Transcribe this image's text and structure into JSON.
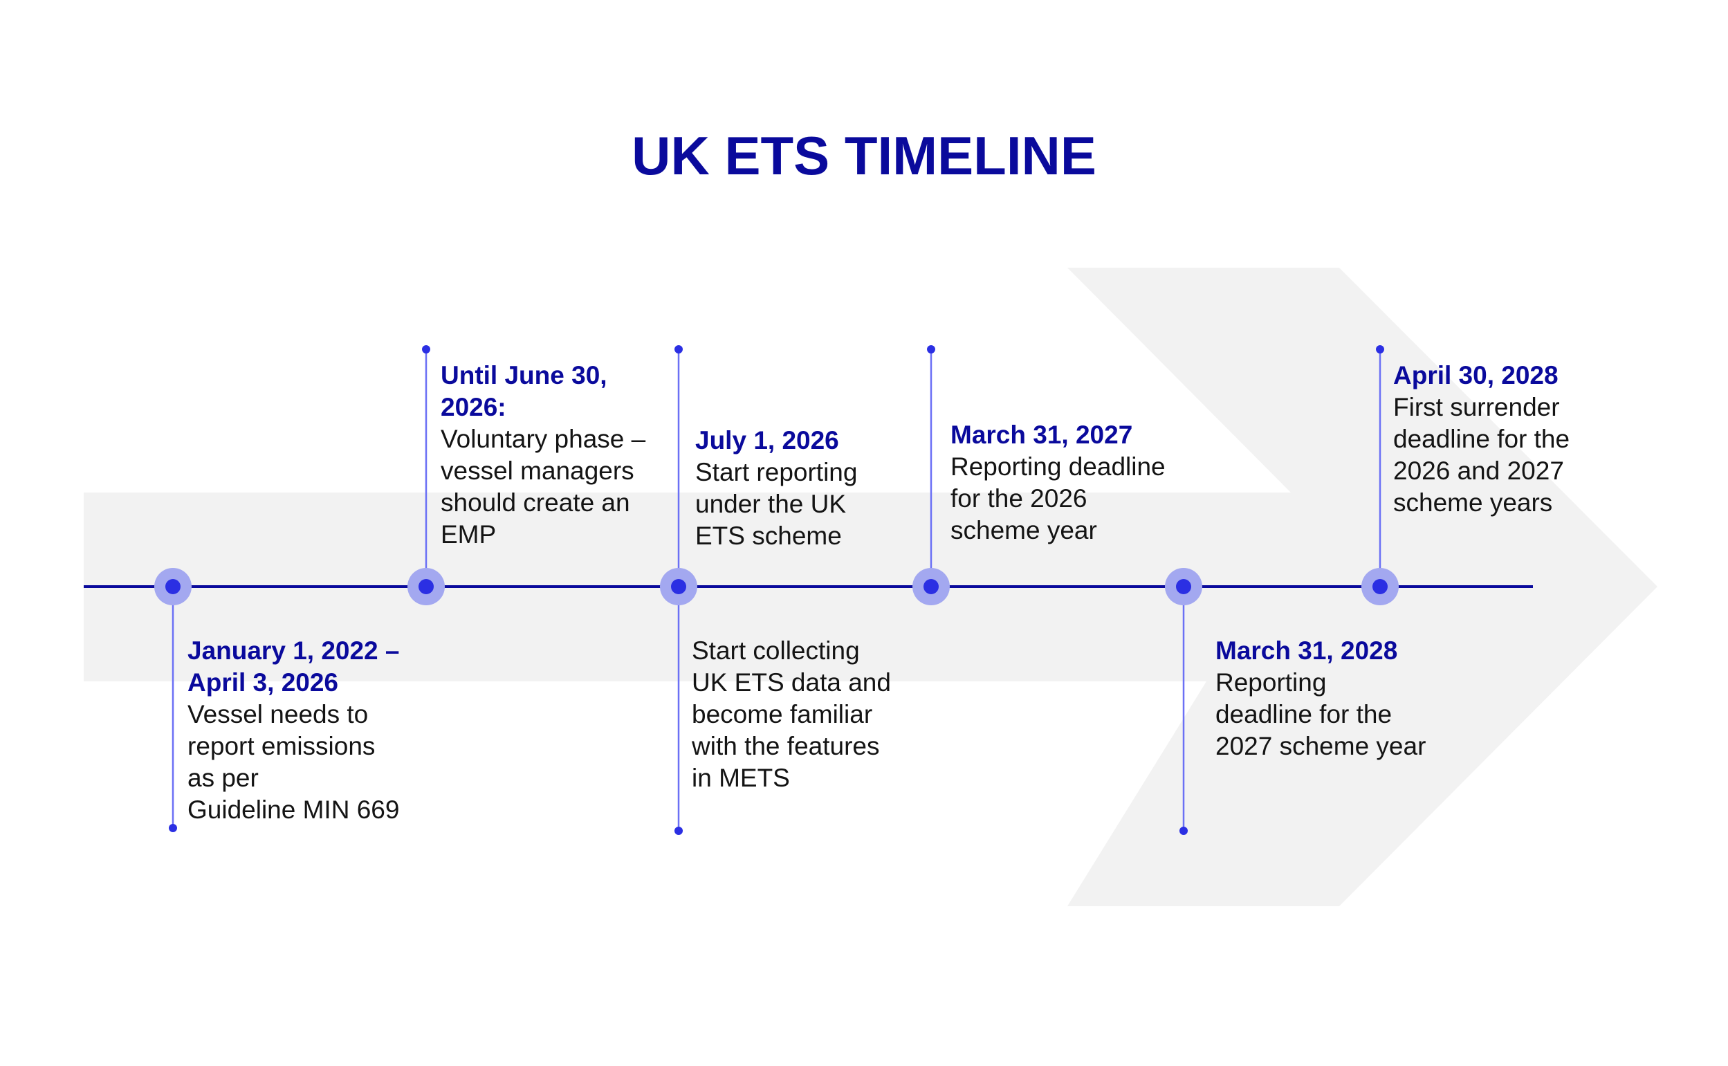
{
  "title": "UK ETS TIMELINE",
  "colors": {
    "title": "#0a0a9c",
    "axis": "#0a0a9c",
    "marker_halo": "#a3a8f0",
    "marker_dot": "#2b2fe3",
    "connector": "#6b70f5",
    "arrow_shape": "#f2f2f2",
    "date_text": "#0a0a9c",
    "body_text": "#141414"
  },
  "milestones": [
    {
      "id": "jan-2022",
      "date": "January 1, 2022 –\nApril 3, 2026",
      "description": "Vessel needs to\nreport emissions\nas per\nGuideline MIN 669",
      "side": "below"
    },
    {
      "id": "june-2026",
      "date": "Until June 30,\n2026:",
      "description": "Voluntary phase –\nvessel managers\nshould create an\nEMP",
      "side": "above"
    },
    {
      "id": "july-2026",
      "date": "July 1, 2026",
      "description": "Start reporting\nunder the  UK\nETS scheme",
      "side": "above"
    },
    {
      "id": "july-2026-below",
      "date": "",
      "description": "Start collecting\nUK ETS data and\nbecome familiar\nwith the features\nin METS",
      "side": "below"
    },
    {
      "id": "march-2027",
      "date": "March 31, 2027",
      "description": "Reporting deadline\nfor the 2026\nscheme year",
      "side": "above"
    },
    {
      "id": "march-2028",
      "date": "March 31, 2028",
      "description": "Reporting\ndeadline for the\n2027 scheme year",
      "side": "below"
    },
    {
      "id": "april-2028",
      "date": "April 30, 2028",
      "description": "First surrender\ndeadline for the\n2026 and 2027\nscheme years",
      "side": "above"
    }
  ]
}
